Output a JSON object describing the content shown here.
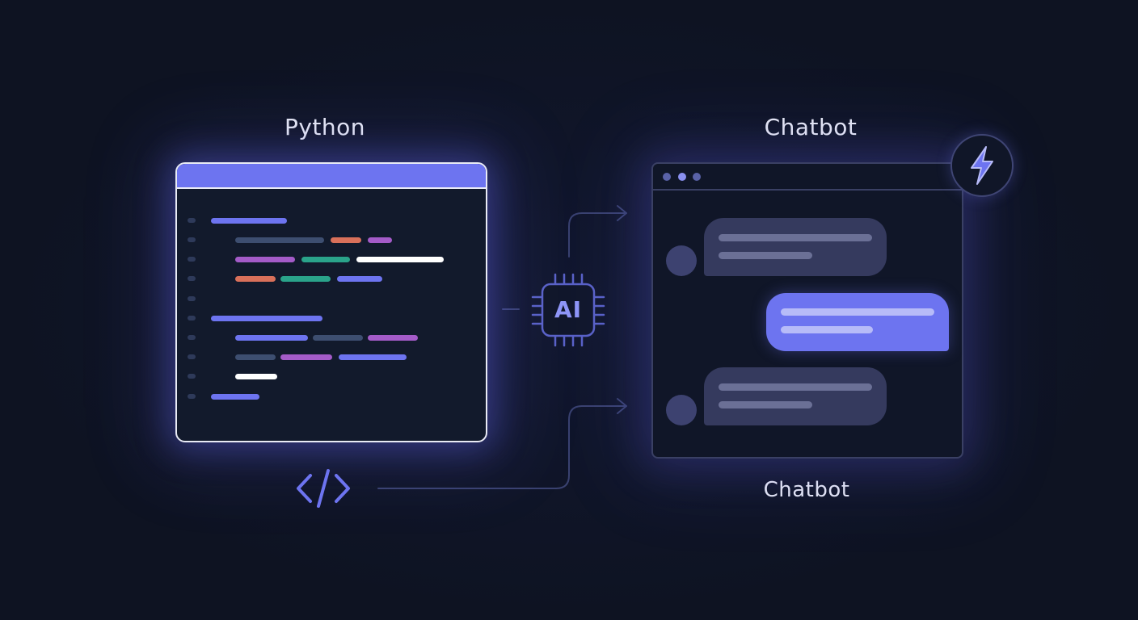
{
  "labels": {
    "left_title": "Python",
    "right_title": "Chatbot",
    "right_caption": "Chatbot",
    "chip_text": "AI"
  },
  "icons": {
    "code": "code-brackets-icon",
    "chip": "cpu-chip-icon",
    "bolt": "lightning-bolt-icon"
  },
  "colors": {
    "background": "#0f1424",
    "accent": "#6d74f0",
    "editor_border": "#e9ebf5",
    "keyword_orange": "#d9705a",
    "keyword_purple": "#a45bc8",
    "keyword_teal": "#2aa38a",
    "keyword_blue": "#6d74f0",
    "muted": "#3d4e70",
    "white": "#ffffff",
    "bubble_incoming": "#353a5e",
    "bubble_outgoing": "#6d74f0"
  }
}
